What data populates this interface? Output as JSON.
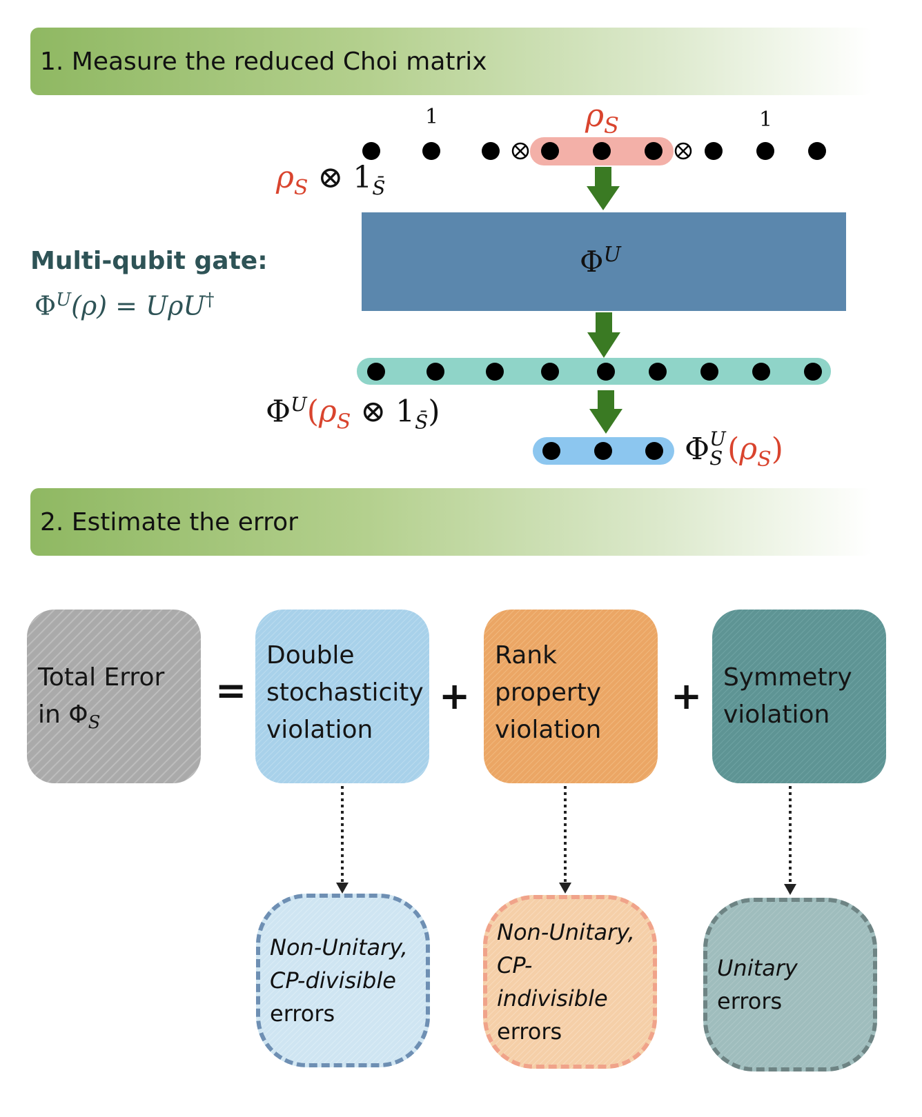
{
  "section1": {
    "title": "1. Measure the reduced Choi matrix"
  },
  "section2": {
    "title": "2. Estimate the error"
  },
  "labels": {
    "identity_left": "1",
    "identity_right": "1",
    "rho_s_top": "ρ",
    "rho_s_top_sub": "S",
    "tensor_small": "⊗",
    "input_rho": "ρ",
    "input_rho_sub": "S",
    "input_otimes": " ⊗ 1",
    "input_sbar": "S̄",
    "gate_symbol": "Φ",
    "gate_sup": "U",
    "output_prefix": "Φ",
    "output_prefix_sup": "U",
    "output_paren_open": "(",
    "output_rho": "ρ",
    "output_rho_sub": "S",
    "output_otimes": " ⊗ 1",
    "output_sbar": "S̄",
    "output_paren_close": ")",
    "reduced_phi": "Φ",
    "reduced_sup": "U",
    "reduced_sub": "S",
    "reduced_open": "(",
    "reduced_rho": "ρ",
    "reduced_rho_sub": "S",
    "reduced_close": ")"
  },
  "gate": {
    "title": "Multi-qubit gate:",
    "formula_phi": "Φ",
    "formula_sup": "U",
    "formula_rest": "(ρ) = UρU",
    "formula_dagger": "†"
  },
  "error_terms": {
    "total": {
      "line1": "Total Error",
      "line2_prefix": "in Φ",
      "line2_sub": "S"
    },
    "equals": "=",
    "plus1": "+",
    "plus2": "+",
    "double_stochasticity": {
      "line1": "Double",
      "line2": "stochasticity",
      "line3": "violation"
    },
    "rank_property": {
      "line1": "Rank",
      "line2": "property",
      "line3": "violation"
    },
    "symmetry": {
      "line1": "Symmetry",
      "line2": "violation"
    }
  },
  "error_types": {
    "cp_divisible": {
      "line1": "Non-Unitary,",
      "line2": "CP-divisible",
      "line3": "errors"
    },
    "cp_indivisible": {
      "line1": "Non-Unitary,",
      "line2": "CP-indivisible",
      "line3": "errors"
    },
    "unitary": {
      "line1_italic": "Unitary",
      "line1_rest": " errors"
    }
  },
  "colors": {
    "arrow_green": "#3a7a23",
    "gate_blue": "#5b87ad",
    "highlight_red": "#f3b0a8",
    "chain_teal": "#8fd4c8",
    "reduced_blue": "#8cc6ef",
    "total_gray": "#a8a8a8",
    "double_blue": "#a9d2ea",
    "rank_orange": "#eda868",
    "symmetry_teal": "#5f9595"
  }
}
